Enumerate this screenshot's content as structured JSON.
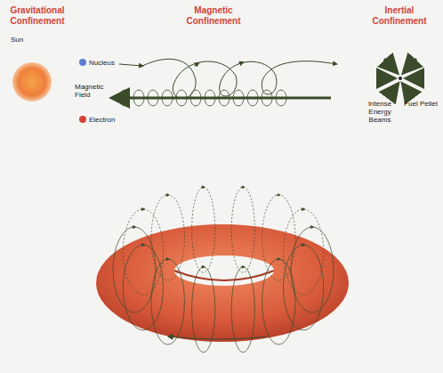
{
  "diagram": {
    "labels": [
      "Gravitational Confinement",
      "Magnetic Confinement",
      "Inertial Confinement",
      "Sun",
      "Nucleus",
      "Magnetic Field",
      "Electron",
      "Intense Energy Beams",
      "Fuel Pellet"
    ]
  }
}
